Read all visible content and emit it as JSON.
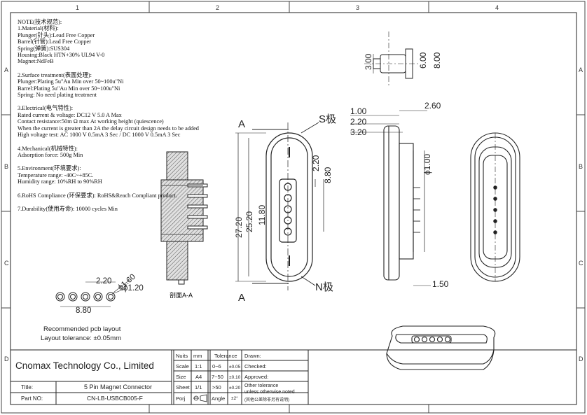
{
  "border": {
    "columns": [
      "1",
      "2",
      "3",
      "4"
    ],
    "rows": [
      "A",
      "B",
      "C",
      "D"
    ]
  },
  "notes": {
    "title": "NOTE(技术规范):",
    "material_title": "1.Material(材料):",
    "material": [
      "Plunger(针头):Lead Free Copper",
      "Barrel(针管):Lead Free Copper",
      "Spring(弹簧):SUS304",
      "Housing:Black HTN+30% UL94 V-0",
      "Magnet:NdFeB"
    ],
    "surface_title": "2.Surface treatment(表面处理):",
    "surface": [
      "Plunger:Plating 5u\"Au Min over 50~100u\"Ni",
      "Barrel:Plating 5u\"Au Min over 50~100u\"Ni",
      "Spring: No need plating treatment"
    ],
    "electrical_title": "3.Electrical(电气特性):",
    "electrical": [
      "Rated current & voltage: DC12 V 5.0 A Max",
      "Contact resistance:50m Ω max At working height (quiescence)",
      "When the current is greater than 2A the delay circuit design needs to be added",
      "High voltage test: AC 1000 V 0.5mA 3 Sec / DC 1000 V 0.5mA 3 Sec"
    ],
    "mechanical_title": "4.Mechanical(机械特性):",
    "mechanical": [
      "Adsorption force: 500g Min"
    ],
    "environment_title": "5.Environment(环境要求):",
    "environment": [
      "Temperature range: -40C~+85C.",
      "Humidity range: 10%RH to 90%RH"
    ],
    "rohs": "6.RoHS Compliance (环保要求): RoHS&Reach Compliant product.",
    "durability": "7.Durability(使用寿命): 10000 cycles Min"
  },
  "dims": {
    "d1": "1.00",
    "d2": "2.20",
    "d3": "3.20",
    "d4": "2.60",
    "h1": "3.00",
    "h2": "6.00",
    "h3": "8.00",
    "v1": "2.20",
    "v2": "8.80",
    "l1": "27.20",
    "l2": "25.20",
    "l3": "11.80",
    "dia1": "ϕ1.00",
    "s_pole": "S极",
    "n_pole": "N极",
    "section_mark": "A",
    "section_label": "剖面A-A",
    "side_15": "1.50",
    "pcb_pitch": "2.20",
    "pcb_hole": "ϕ1.60",
    "pcb_hole2": "ϕ1.20",
    "pcb_total": "8.80",
    "pcb_caption": "Recommended pcb layout",
    "pcb_tolerance": "Layout tolerance: ±0.05mm"
  },
  "title_block": {
    "company": "Cnomax Technology Co., Limited",
    "title_label": "Title:",
    "title_value": "5 Pin Magnet Connector",
    "part_label": "Part NO:",
    "part_value": "CN-LB-USBCB005-F",
    "nuits_label": "Nuits",
    "nuits_value": "mm",
    "scale_label": "Scale",
    "scale_value": "1:1",
    "size_label": "Size",
    "size_value": "A4",
    "sheet_label": "Sheet",
    "sheet_value": "1/1",
    "porj_label": "Porj",
    "angle_label": "Angle",
    "angle_value": "±2°",
    "tolerance_label": "Tolerance",
    "tol_rows": [
      {
        "range": "0~6",
        "value": "±0.05"
      },
      {
        "range": "7~50",
        "value": "±0.10"
      },
      {
        "range": ">50",
        "value": "±0.20"
      }
    ],
    "drawn_label": "Drawn:",
    "checked_label": "Checked:",
    "approved_label": "Approved:",
    "other_tol_1": "Other tolerance",
    "other_tol_2": "unless otherwise noted",
    "other_tol_3": "(其他公差除非另有说明)"
  }
}
